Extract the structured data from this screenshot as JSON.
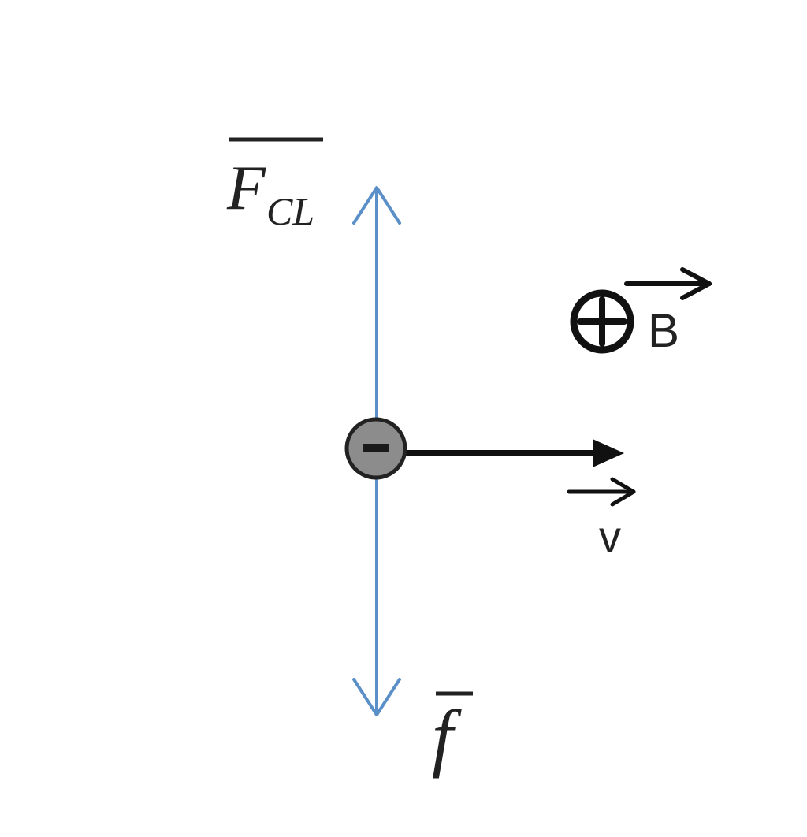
{
  "diagram": {
    "labels": {
      "lorentz_force_main": "F",
      "lorentz_force_sub": "CL",
      "friction_force": "f",
      "magnetic_field": "B",
      "velocity": "v",
      "charge_sign": "−"
    },
    "colors": {
      "force_arrows": "#5b8fc8",
      "velocity_arrow": "#111111",
      "charge_fill": "#8c8c8c",
      "charge_stroke": "#222222",
      "text": "#222222"
    },
    "icons": {
      "magnetic_field_direction": "circled-plus-icon",
      "charge": "negative-charge-icon"
    }
  }
}
